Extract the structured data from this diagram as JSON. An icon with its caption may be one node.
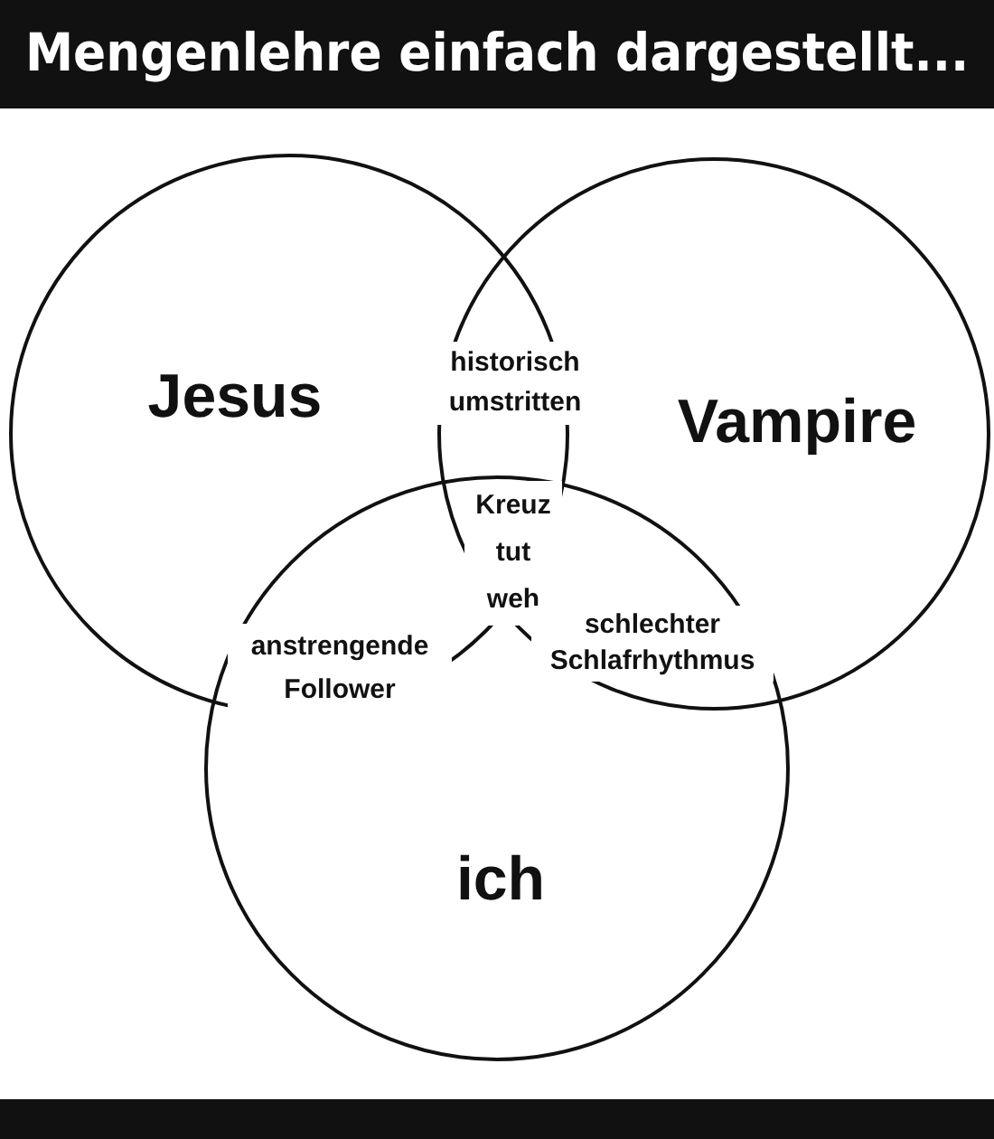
{
  "diagram": {
    "title": "Mengenlehre einfach dargestellt...",
    "nodes": [
      {
        "text": [
          "Jesus"
        ]
      },
      {
        "text": [
          "Vampire"
        ]
      },
      {
        "text": [
          "ich"
        ]
      }
    ],
    "edges": [],
    "labels": [
      "historisch umstritten",
      "Kreuz tut weh",
      "anstrengende Follower",
      "schlechter Schlafrhythmus"
    ]
  }
}
